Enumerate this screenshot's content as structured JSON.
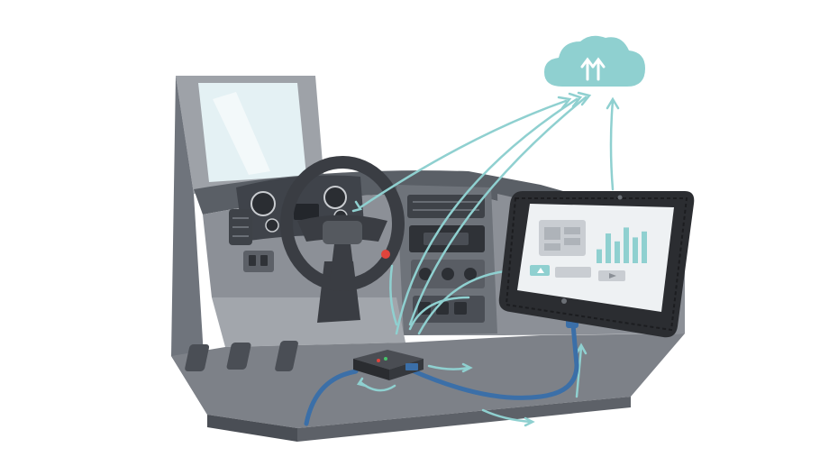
{
  "diagram": {
    "colors": {
      "background": "#ffffff",
      "cab_dark": "#4c5057",
      "cab_mid": "#7a7f87",
      "cab_light": "#b7bbc1",
      "cab_pale": "#d9dcdf",
      "windshield": "#e4f1f4",
      "steering": "#3a3d43",
      "tablet_frame": "#2b2d31",
      "tablet_screen": "#eef1f3",
      "chart_bars": "#8fd0d0",
      "cloud": "#8fd0d0",
      "arrows": "#8fd0d0",
      "cable": "#3b6fa8",
      "device": "#2f3136",
      "led_red": "#e0443c",
      "led_green": "#47c36b"
    },
    "nodes": [
      {
        "id": "cloud",
        "icon": "cloud-upload-icon",
        "label": ""
      },
      {
        "id": "tablet",
        "icon": "rugged-tablet-icon",
        "label": ""
      },
      {
        "id": "obd-device",
        "icon": "telematics-dongle-icon",
        "label": ""
      },
      {
        "id": "truck-cab",
        "icon": "truck-dashboard-icon",
        "label": ""
      }
    ],
    "tablet_screen": {
      "bar_levels": [
        0.35,
        0.75,
        0.55,
        0.9,
        0.65,
        0.8
      ]
    }
  }
}
